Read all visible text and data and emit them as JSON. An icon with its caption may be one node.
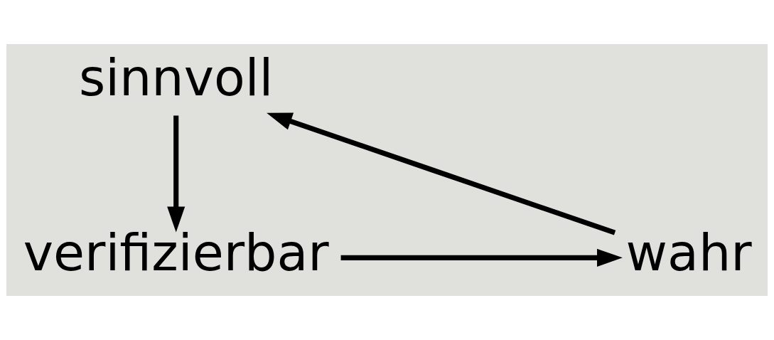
{
  "diagram": {
    "nodes": [
      {
        "text": [
          "sinnvoll"
        ]
      },
      {
        "text": [
          "verifizierbar"
        ]
      },
      {
        "text": [
          "wahr"
        ]
      }
    ],
    "edges": [
      {
        "from": 0,
        "to": 1,
        "arrow": "to"
      },
      {
        "from": 1,
        "to": 2,
        "arrow": "to"
      },
      {
        "from": 2,
        "to": 0,
        "arrow": "to"
      }
    ]
  }
}
